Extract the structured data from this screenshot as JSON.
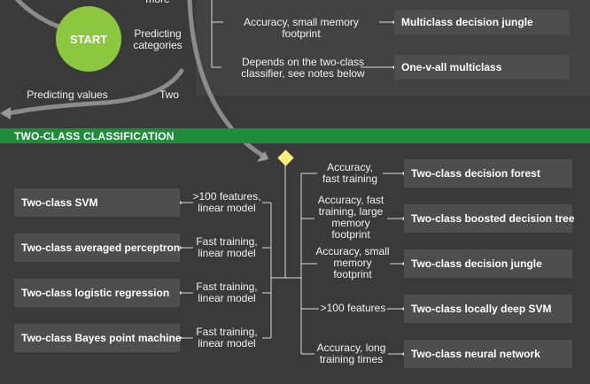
{
  "top": {
    "start_label": "START",
    "more_partial": "more",
    "predicting_categories": "Predicting categories",
    "predicting_values": "Predicting values",
    "two": "Two",
    "rows": [
      {
        "condition": "Accuracy, small memory footprint",
        "algorithm": "Multiclass decision jungle"
      },
      {
        "condition": "Depends on the two-class classifier, see notes below",
        "algorithm": "One-v-all multiclass"
      }
    ]
  },
  "section": {
    "title": "TWO-CLASS CLASSIFICATION",
    "left": [
      {
        "algorithm": "Two-class SVM",
        "condition": ">100 features, linear model"
      },
      {
        "algorithm": "Two-class averaged perceptron",
        "condition": "Fast training, linear model"
      },
      {
        "algorithm": "Two-class logistic regression",
        "condition": "Fast training, linear model"
      },
      {
        "algorithm": "Two-class Bayes point machine",
        "condition": "Fast training, linear model"
      }
    ],
    "right": [
      {
        "condition": "Accuracy, fast training",
        "algorithm": "Two-class decision forest"
      },
      {
        "condition": "Accuracy, fast training, large memory footprint",
        "algorithm": "Two-class boosted decision tree"
      },
      {
        "condition": "Accuracy, small memory footprint",
        "algorithm": "Two-class decision jungle"
      },
      {
        "condition": ">100 features",
        "algorithm": "Two-class locally deep SVM"
      },
      {
        "condition": "Accuracy, long training times",
        "algorithm": "Two-class neural network"
      }
    ]
  },
  "colors": {
    "background": "#3a3a3a",
    "panel": "#424242",
    "box": "#4e4e4e",
    "start": "#8dc63f",
    "band": "#1e8c3a",
    "diamond": "#f4f07a",
    "line": "#d9d9d9"
  }
}
